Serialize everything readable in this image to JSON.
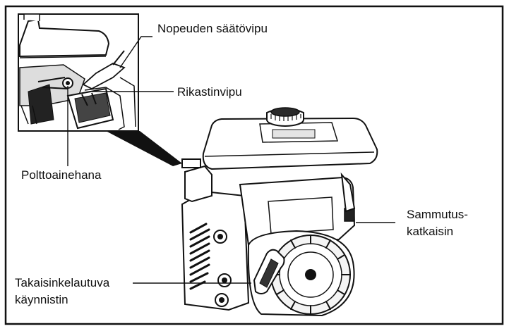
{
  "labels": {
    "speed_lever": "Nopeuden säätövipu",
    "choke_lever": "Rikastinvipu",
    "fuel_valve": "Polttoainehana",
    "stop_switch_line1": "Sammutus-",
    "stop_switch_line2": "katkaisin",
    "recoil_starter_line1": "Takaisinkelautuva",
    "recoil_starter_line2": "käynnistin"
  }
}
